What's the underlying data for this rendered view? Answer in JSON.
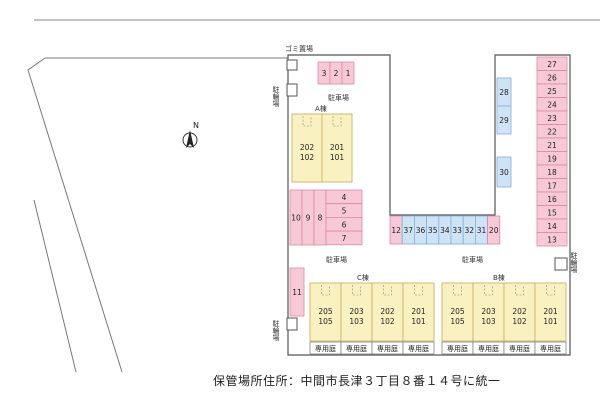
{
  "colors": {
    "pink": "#f7c9d6",
    "pink_border": "#d98aa3",
    "blue": "#cfe3f7",
    "blue_border": "#86aed6",
    "yellow": "#faf1c0",
    "yellow_border": "#c9b36a",
    "lot": "#ffffff",
    "line": "#555555"
  },
  "labels": {
    "garbage": "ゴミ置場",
    "bike_left_top": "駐輪場",
    "bike_right": "駐輪場",
    "bike_left_bottom": "駐輪場",
    "parking_top": "駐車場",
    "parking_center_left": "駐車場",
    "parking_center_right": "駐車場",
    "building_a": "A棟",
    "building_b": "B棟",
    "building_c": "C棟",
    "north": "N",
    "footer": "保管場所住所：中間市長津３丁目８番１４号に統一"
  },
  "parking": {
    "top_row": [
      "3",
      "2",
      "1"
    ],
    "left_block": [
      "10",
      "9",
      "8"
    ],
    "left_side": [
      "4",
      "5",
      "6",
      "7"
    ],
    "middle_row": [
      "12",
      "37",
      "36",
      "35",
      "34",
      "33",
      "32",
      "31",
      "20"
    ],
    "blue_col_top": [
      "28",
      "29"
    ],
    "blue_col_bottom": [
      "30"
    ],
    "right_col": [
      "27",
      "26",
      "25",
      "24",
      "23",
      "22",
      "21",
      "19",
      "18",
      "17",
      "16",
      "15",
      "14",
      "13"
    ],
    "left_bottom": [
      "11"
    ]
  },
  "buildings": {
    "a_units": [
      {
        "upper": "202",
        "lower": "102"
      },
      {
        "upper": "201",
        "lower": "101"
      }
    ],
    "c_units": [
      {
        "upper": "205",
        "lower": "105"
      },
      {
        "upper": "203",
        "lower": "103"
      },
      {
        "upper": "202",
        "lower": "102"
      },
      {
        "upper": "201",
        "lower": "101"
      }
    ],
    "b_units": [
      {
        "upper": "205",
        "lower": "105"
      },
      {
        "upper": "203",
        "lower": "103"
      },
      {
        "upper": "202",
        "lower": "102"
      },
      {
        "upper": "201",
        "lower": "101"
      }
    ],
    "private_garden": "専用庭"
  }
}
